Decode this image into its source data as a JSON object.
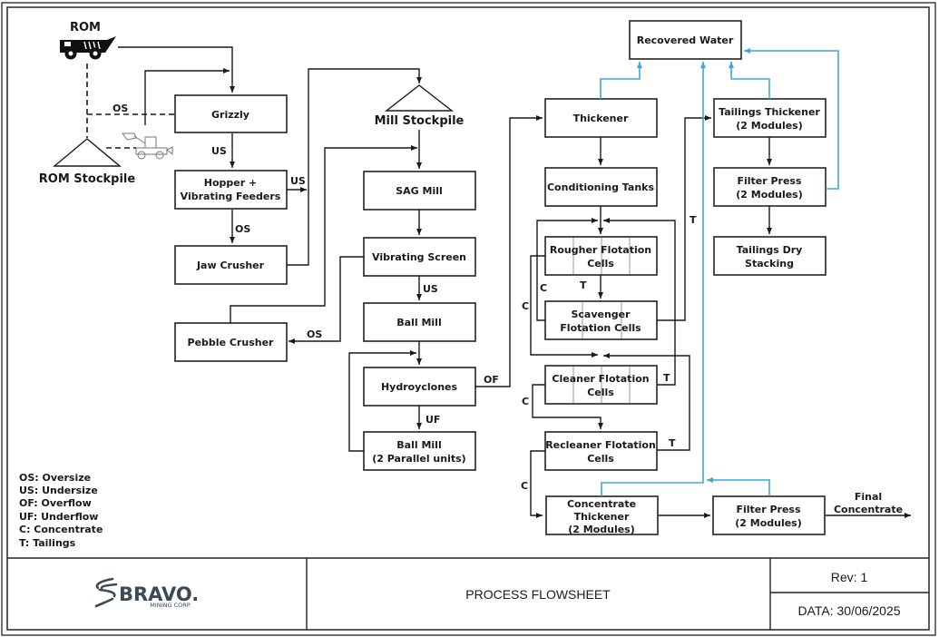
{
  "sources": {
    "rom": "ROM",
    "rom_stockpile": "ROM Stockpile",
    "mill_stockpile": "Mill Stockpile"
  },
  "units": {
    "grizzly": "Grizzly",
    "hopper_l1": "Hopper +",
    "hopper_l2": "Vibrating Feeders",
    "jaw_crusher": "Jaw Crusher",
    "pebble_crusher": "Pebble Crusher",
    "sag_mill": "SAG Mill",
    "vibrating_screen": "Vibrating Screen",
    "ball_mill": "Ball Mill",
    "hydrocyclones": "Hydroyclones",
    "ball_mill2_l1": "Ball Mill",
    "ball_mill2_l2": "(2 Parallel units)",
    "recovered_water": "Recovered Water",
    "thickener": "Thickener",
    "conditioning_tanks": "Conditioning Tanks",
    "rougher_l1": "Rougher Flotation",
    "rougher_l2": "Cells",
    "scavenger_l1": "Scavenger",
    "scavenger_l2": "Flotation Cells",
    "cleaner_l1": "Cleaner Flotation",
    "cleaner_l2": "Cells",
    "recleaner_l1": "Recleaner Flotation",
    "recleaner_l2": "Cells",
    "conc_thickener_l1": "Concentrate",
    "conc_thickener_l2": "Thickener",
    "conc_thickener_l3": "(2 Modules)",
    "tailings_thickener_l1": "Tailings Thickener",
    "tailings_thickener_l2": "(2 Modules)",
    "filter_press_tail_l1": "Filter Press",
    "filter_press_tail_l2": "(2 Modules)",
    "tailings_dry_l1": "Tailings Dry",
    "tailings_dry_l2": "Stacking",
    "filter_press_conc_l1": "Filter Press",
    "filter_press_conc_l2": "(2 Modules)",
    "final_conc_l1": "Final",
    "final_conc_l2": "Concentrate"
  },
  "stream_labels": {
    "os": "OS",
    "us": "US",
    "of": "OF",
    "uf": "UF",
    "c": "C",
    "t": "T"
  },
  "legend": [
    "OS: Oversize",
    "US: Undersize",
    "OF: Overflow",
    "UF: Underflow",
    "C: Concentrate",
    "T: Tailings"
  ],
  "title_block": {
    "company": "BRAVO.",
    "company_sub": "MINING CORP.",
    "title": "PROCESS FLOWSHEET",
    "revision": "Rev: 1",
    "date": "DATA: 30/06/2025"
  },
  "colors": {
    "water_line": "#3aa8d8",
    "logo": "#3d4a52"
  }
}
